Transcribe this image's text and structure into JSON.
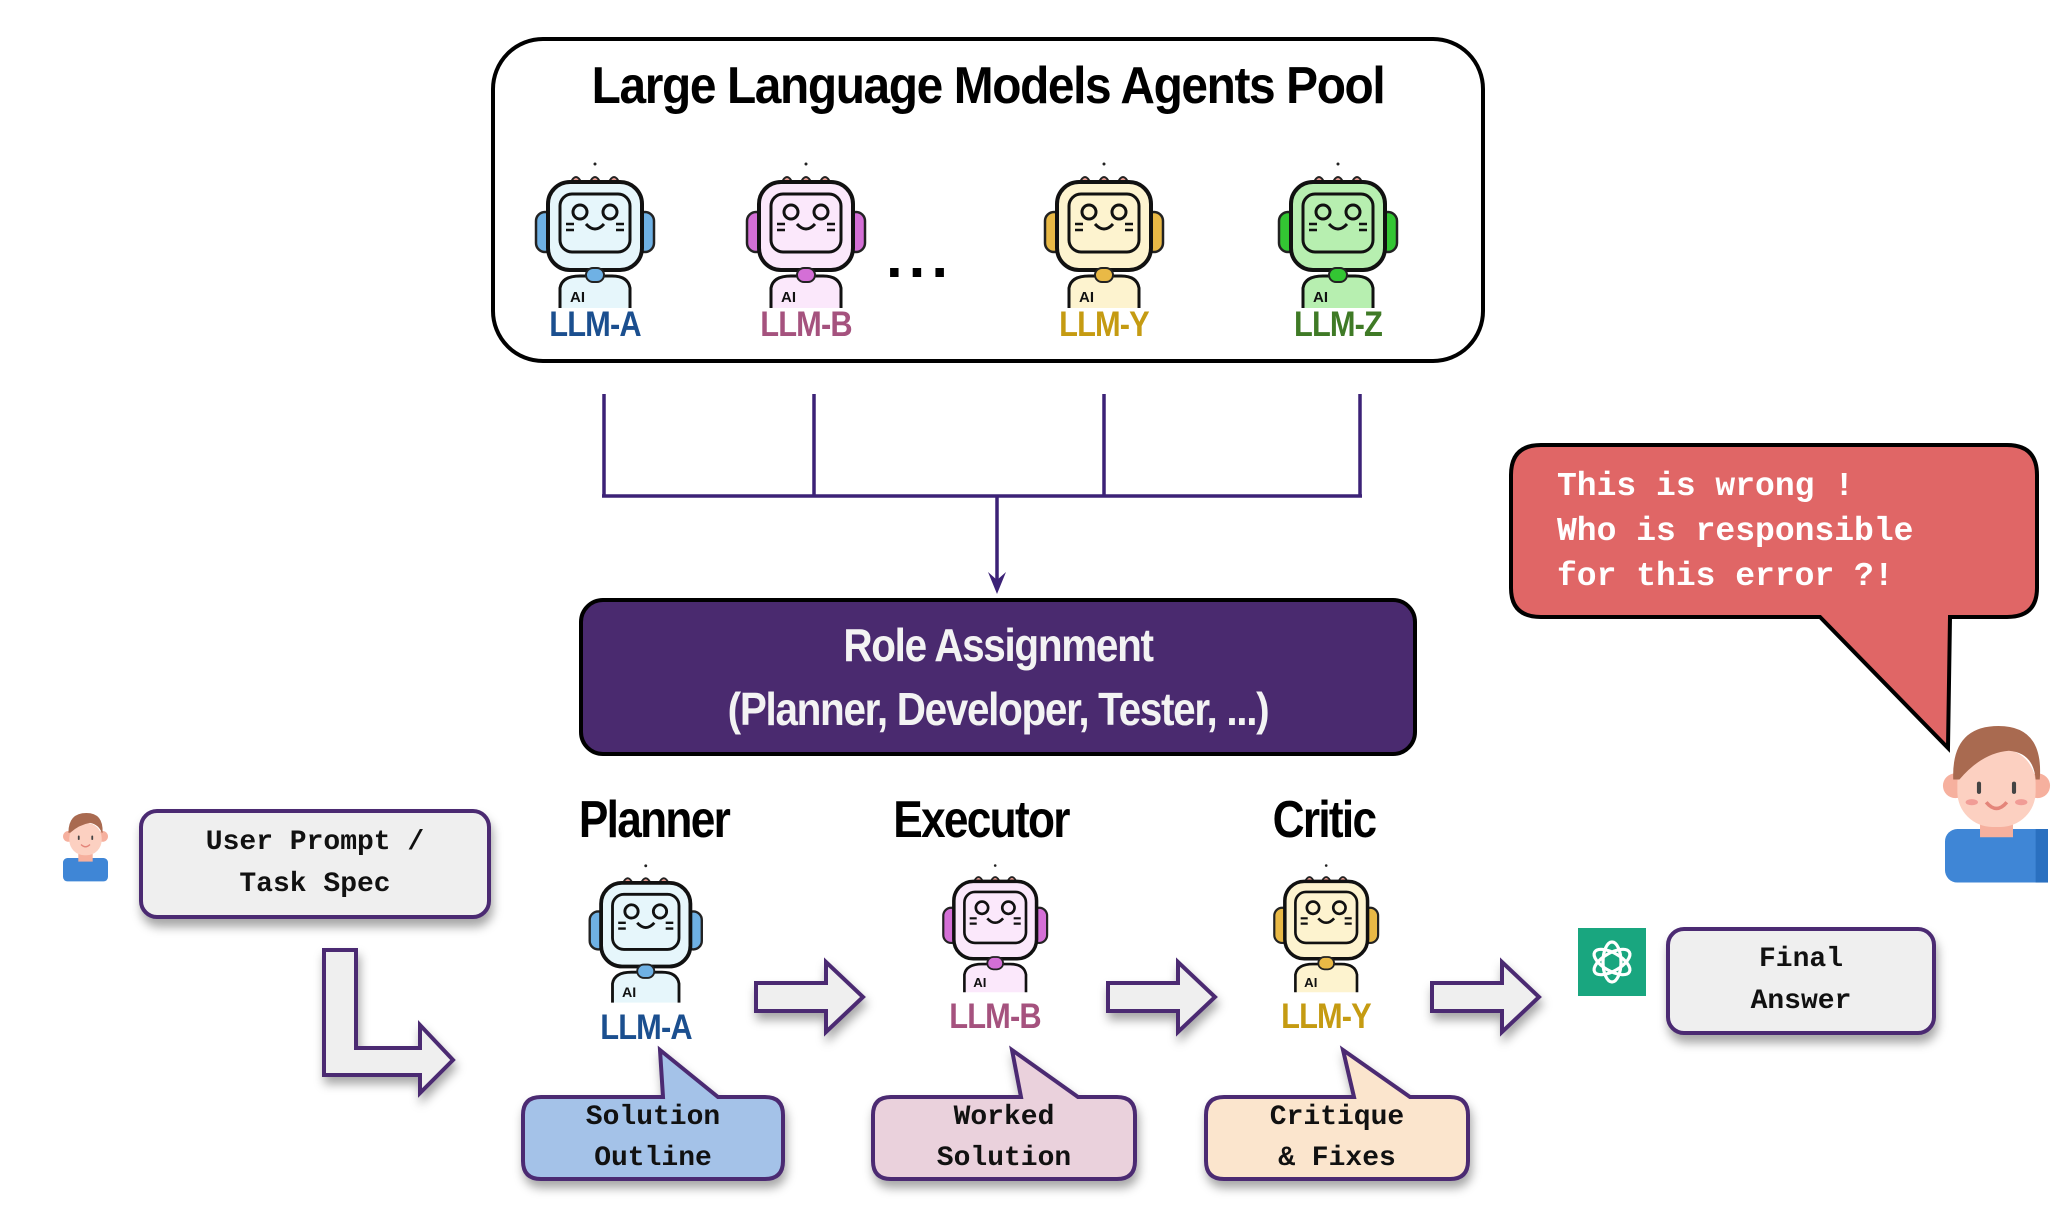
{
  "pool": {
    "title": "Large Language Models Agents Pool",
    "ellipsis": "...",
    "agents": [
      {
        "label": "LLM-A",
        "label_color": "#1b4f8f",
        "body_color": "#e6f6fb",
        "accent_color": "#6fb1e4"
      },
      {
        "label": "LLM-B",
        "label_color": "#a5527e",
        "body_color": "#fbe8fb",
        "accent_color": "#d46fd6"
      },
      {
        "label": "LLM-Y",
        "label_color": "#c59b12",
        "body_color": "#fdf3cf",
        "accent_color": "#e9b946"
      },
      {
        "label": "LLM-Z",
        "label_color": "#3f7a26",
        "body_color": "#b7efb0",
        "accent_color": "#33c633"
      }
    ]
  },
  "role_assignment": {
    "line1": "Role Assignment",
    "line2": "(Planner, Developer, Tester, ...)"
  },
  "user_prompt": {
    "line1": "User Prompt /",
    "line2": "Task Spec"
  },
  "pipeline": [
    {
      "role": "Planner",
      "agent": "LLM-A",
      "output_line1": "Solution",
      "output_line2": "Outline",
      "output_color": "#a4c2e8"
    },
    {
      "role": "Executor",
      "agent": "LLM-B",
      "output_line1": "Worked",
      "output_line2": "Solution",
      "output_color": "#ead1dc"
    },
    {
      "role": "Critic",
      "agent": "LLM-Y",
      "output_line1": "Critique",
      "output_line2": "& Fixes",
      "output_color": "#fbe5cd"
    }
  ],
  "final_answer": {
    "line1": "Final",
    "line2": "Answer",
    "logo": "openai-logo-icon"
  },
  "complaint": {
    "line1": "This is wrong !",
    "line2": "Who is responsible",
    "line3": "for this error ?!",
    "color": "#e06666"
  },
  "colors": {
    "purple": "#4b2a72",
    "arrow_fill": "#efefef",
    "openai_green": "#19a67f"
  }
}
